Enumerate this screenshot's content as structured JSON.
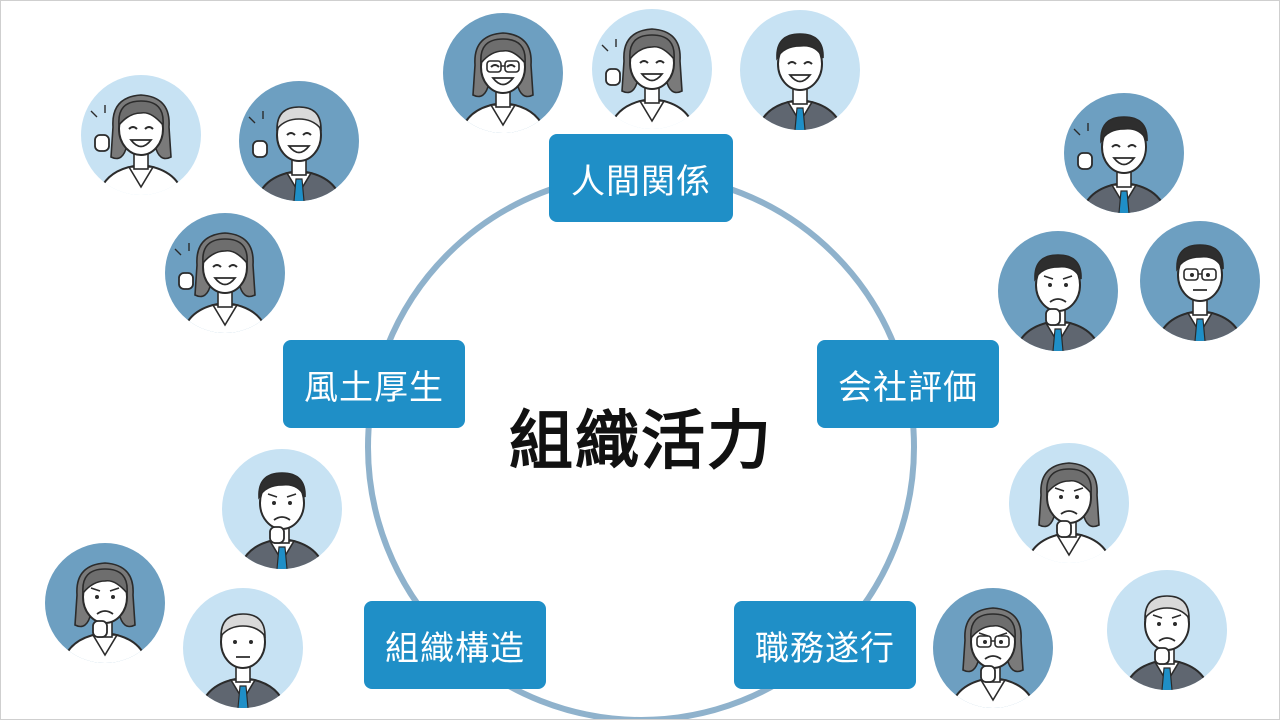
{
  "center": {
    "label": "組織活力"
  },
  "nodes": {
    "top": "人間関係",
    "right": "会社評価",
    "bottom_right": "職務遂行",
    "bottom_left": "組織構造",
    "left": "風土厚生"
  },
  "colors": {
    "node_fill": "#1f8fc7",
    "ring_stroke": "#8fb2cc",
    "avatar_bg_light": "#c7e2f3",
    "avatar_bg_dark": "#6d9fc1",
    "line": "#2b2b2b",
    "suit": "#5f6670",
    "tie": "#1f8fc7"
  },
  "people": [
    {
      "name": "woman-glasses-smiling",
      "icon": "avatar-woman-glasses",
      "mood": "happy",
      "bg": "dark"
    },
    {
      "name": "woman-long-hair-laughing",
      "icon": "avatar-woman-long-hair",
      "mood": "happy",
      "bg": "light"
    },
    {
      "name": "man-suit-smiling",
      "icon": "avatar-man-suit",
      "mood": "happy",
      "bg": "light"
    },
    {
      "name": "woman-fist-pump",
      "icon": "avatar-woman",
      "mood": "happy",
      "bg": "light"
    },
    {
      "name": "senior-man-pointing",
      "icon": "avatar-senior-man",
      "mood": "happy",
      "bg": "dark"
    },
    {
      "name": "woman-ponytail-cheering",
      "icon": "avatar-woman-ponytail",
      "mood": "happy",
      "bg": "dark"
    },
    {
      "name": "man-fist-pump",
      "icon": "avatar-man",
      "mood": "happy",
      "bg": "dark"
    },
    {
      "name": "man-thinking-worried",
      "icon": "avatar-man",
      "mood": "worried",
      "bg": "dark"
    },
    {
      "name": "man-glasses-neutral",
      "icon": "avatar-man-glasses",
      "mood": "neutral",
      "bg": "dark"
    },
    {
      "name": "man-stressed",
      "icon": "avatar-man",
      "mood": "worried",
      "bg": "light"
    },
    {
      "name": "woman-pensive",
      "icon": "avatar-woman-ponytail",
      "mood": "worried",
      "bg": "dark"
    },
    {
      "name": "senior-man-neutral",
      "icon": "avatar-senior-man",
      "mood": "neutral",
      "bg": "light"
    },
    {
      "name": "woman-sighing",
      "icon": "avatar-woman",
      "mood": "worried",
      "bg": "light"
    },
    {
      "name": "woman-glasses-worried",
      "icon": "avatar-woman-glasses",
      "mood": "worried",
      "bg": "dark"
    },
    {
      "name": "man-headache",
      "icon": "avatar-senior-man",
      "mood": "worried",
      "bg": "light"
    }
  ]
}
